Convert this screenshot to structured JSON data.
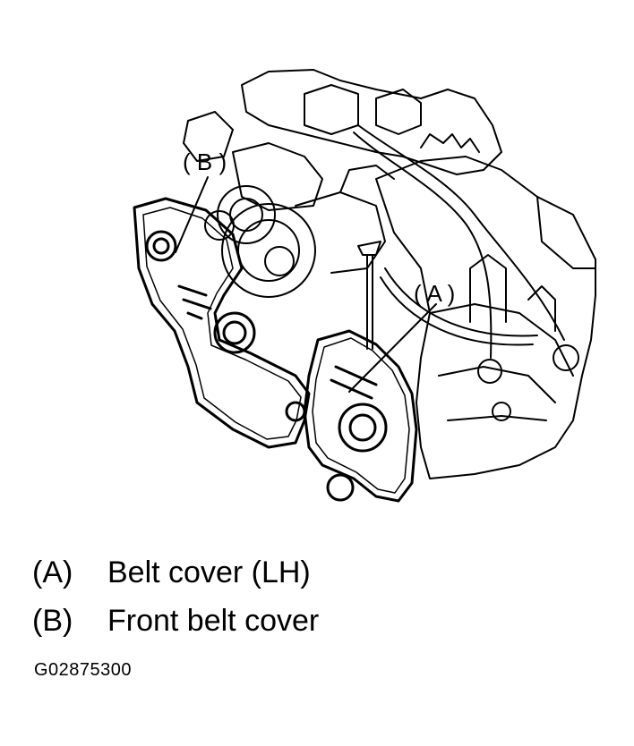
{
  "callouts": {
    "a": "( A )",
    "b": "( B )"
  },
  "legend": [
    {
      "key": "(A)",
      "text": "Belt cover (LH)"
    },
    {
      "key": "(B)",
      "text": "Front belt cover"
    }
  ],
  "figure_code": "G02875300"
}
